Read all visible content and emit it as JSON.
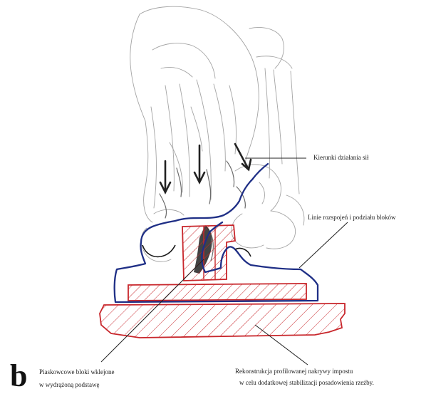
{
  "panel_letter": "b",
  "colors": {
    "sketch": "#9a9a9a",
    "sketch_dark": "#555555",
    "ink": "#1a1a1a",
    "fracture_line": "#1f2f86",
    "reconstruction": "#c8262b",
    "arrow": "#222222"
  },
  "labels": {
    "force_directions": "Kierunki działania sił",
    "fracture_lines": "Linie rozspojeń i podziału bloków",
    "sandstone_blocks_line1": "Piaskowcowe bloki wklejone",
    "sandstone_blocks_line2": "w wydrążoną podstawę",
    "reconstruction_line1": "Rekonstrukcja profilowanej nakrywy impostu",
    "reconstruction_line2": "w celu dodatkowej stabilizacji posadowienia rzeźby."
  },
  "icons": {
    "force_arrows": "down-arrow-icon"
  }
}
